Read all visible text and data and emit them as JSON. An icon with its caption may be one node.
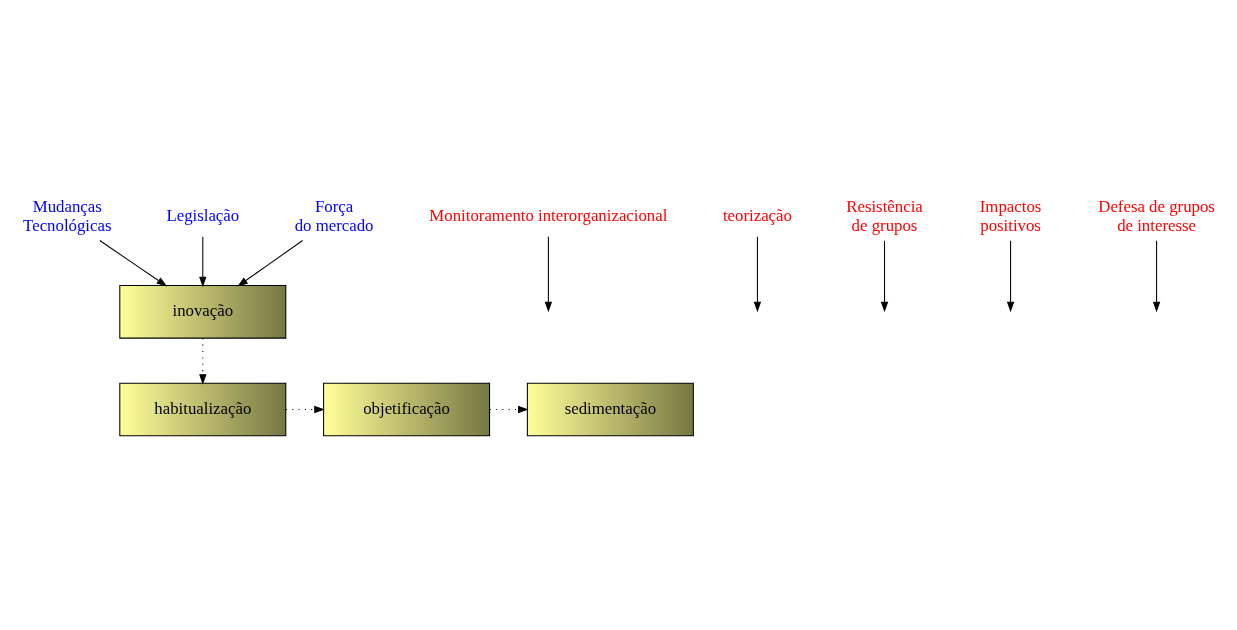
{
  "diagram": {
    "nodes": [
      {
        "text": [
          "inovação"
        ]
      },
      {
        "text": [
          "habitualização"
        ]
      },
      {
        "text": [
          "objetificação"
        ]
      },
      {
        "text": [
          "sedimentação"
        ]
      },
      {
        "text": [
          "Mudanças Tecnológicas"
        ]
      },
      {
        "text": [
          "Legislação"
        ]
      },
      {
        "text": [
          "Força do mercado"
        ]
      },
      {
        "text": [
          "Monitoramento interorganizacional"
        ]
      },
      {
        "text": [
          "teorização"
        ]
      },
      {
        "text": [
          "Resistência de grupos"
        ]
      },
      {
        "text": [
          "Impactos positivos"
        ]
      },
      {
        "text": [
          "Defesa de grupos de interesse"
        ]
      }
    ],
    "edges": [
      {
        "from": 4,
        "to": 0,
        "arrow": "to"
      },
      {
        "from": 5,
        "to": 0,
        "arrow": "to"
      },
      {
        "from": 6,
        "to": 0,
        "arrow": "to"
      },
      {
        "from": 0,
        "to": 1,
        "arrow": "to",
        "style": "dashed"
      },
      {
        "from": 1,
        "to": 2,
        "arrow": "to",
        "style": "dashed"
      },
      {
        "from": 2,
        "to": 3,
        "arrow": "to",
        "style": "dashed"
      },
      {
        "from": 7,
        "to": null,
        "arrow": "to"
      },
      {
        "from": 8,
        "to": null,
        "arrow": "to"
      },
      {
        "from": 9,
        "to": null,
        "arrow": "to"
      },
      {
        "from": 10,
        "to": null,
        "arrow": "to"
      },
      {
        "from": 11,
        "to": null,
        "arrow": "to"
      }
    ]
  }
}
